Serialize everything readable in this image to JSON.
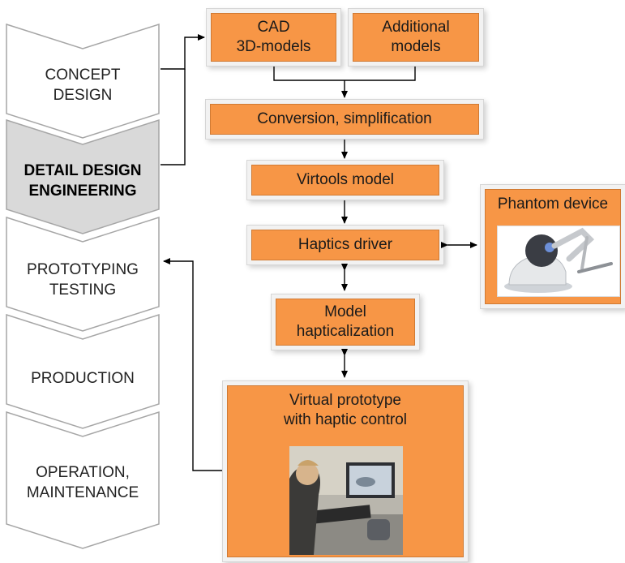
{
  "stages": [
    {
      "lines": [
        "CONCEPT",
        "DESIGN"
      ],
      "highlighted": false
    },
    {
      "lines": [
        "DETAIL DESIGN",
        "ENGINEERING"
      ],
      "highlighted": true
    },
    {
      "lines": [
        "PROTOTYPING",
        "TESTING"
      ],
      "highlighted": false
    },
    {
      "lines": [
        "PRODUCTION"
      ],
      "highlighted": false
    },
    {
      "lines": [
        "OPERATION,",
        "MAINTENANCE"
      ],
      "highlighted": false
    }
  ],
  "boxes": {
    "cad": [
      "CAD",
      "3D-models"
    ],
    "additional": [
      "Additional",
      "models"
    ],
    "conversion": [
      "Conversion, simplification"
    ],
    "virtools": [
      "Virtools model"
    ],
    "haptics": [
      "Haptics driver"
    ],
    "hapticalization": [
      "Model",
      "hapticalization"
    ],
    "phantom": [
      "Phantom device"
    ],
    "virtual_prototype": [
      "Virtual prototype",
      "with haptic control"
    ]
  },
  "colors": {
    "box_fill": "#f79646",
    "stage_fill": "#ffffff",
    "stage_highlight_fill": "#d9d9d9",
    "stage_stroke": "#a6a6a6",
    "arrow": "#000000"
  }
}
